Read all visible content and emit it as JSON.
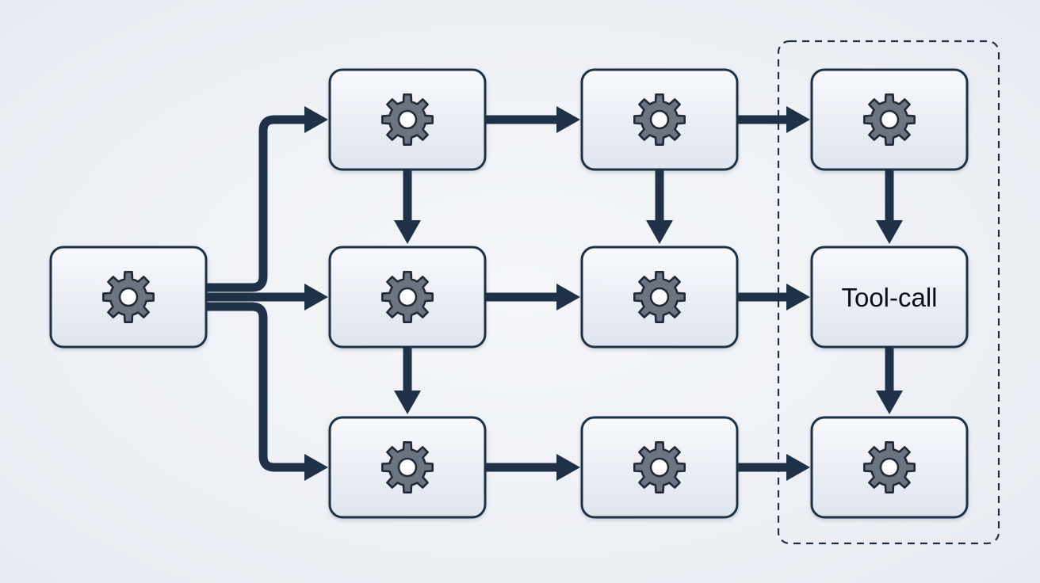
{
  "diagram": {
    "colors": {
      "background": "#eef1f5",
      "node_fill_top": "#f7f9fc",
      "node_fill_bottom": "#dfe5ee",
      "node_stroke": "#1f3146",
      "arrow": "#1f3146",
      "gear_fill": "#6b7480",
      "gear_stroke": "#1f2a36",
      "group_border": "#1f3146"
    },
    "nodes": [
      {
        "id": "source",
        "icon": "gear-icon",
        "label": ""
      },
      {
        "id": "r1c1",
        "icon": "gear-icon",
        "label": ""
      },
      {
        "id": "r1c2",
        "icon": "gear-icon",
        "label": ""
      },
      {
        "id": "r1c3",
        "icon": "gear-icon",
        "label": ""
      },
      {
        "id": "r2c1",
        "icon": "gear-icon",
        "label": ""
      },
      {
        "id": "r2c2",
        "icon": "gear-icon",
        "label": ""
      },
      {
        "id": "r2c3",
        "icon": "",
        "label": "Tool-call"
      },
      {
        "id": "r3c1",
        "icon": "gear-icon",
        "label": ""
      },
      {
        "id": "r3c2",
        "icon": "gear-icon",
        "label": ""
      },
      {
        "id": "r3c3",
        "icon": "gear-icon",
        "label": ""
      }
    ],
    "edges": [
      {
        "from": "source",
        "to": "r1c1"
      },
      {
        "from": "source",
        "to": "r2c1"
      },
      {
        "from": "source",
        "to": "r3c1"
      },
      {
        "from": "r1c1",
        "to": "r1c2"
      },
      {
        "from": "r1c2",
        "to": "r1c3"
      },
      {
        "from": "r2c1",
        "to": "r2c2"
      },
      {
        "from": "r2c2",
        "to": "r2c3"
      },
      {
        "from": "r3c1",
        "to": "r3c2"
      },
      {
        "from": "r3c2",
        "to": "r3c3"
      },
      {
        "from": "r1c1",
        "to": "r2c1"
      },
      {
        "from": "r2c1",
        "to": "r3c1"
      },
      {
        "from": "r1c2",
        "to": "r2c2"
      },
      {
        "from": "r1c3",
        "to": "r2c3"
      },
      {
        "from": "r2c3",
        "to": "r3c3"
      }
    ],
    "group": {
      "members": [
        "r1c3",
        "r2c3",
        "r3c3"
      ],
      "style": "dashed"
    }
  }
}
